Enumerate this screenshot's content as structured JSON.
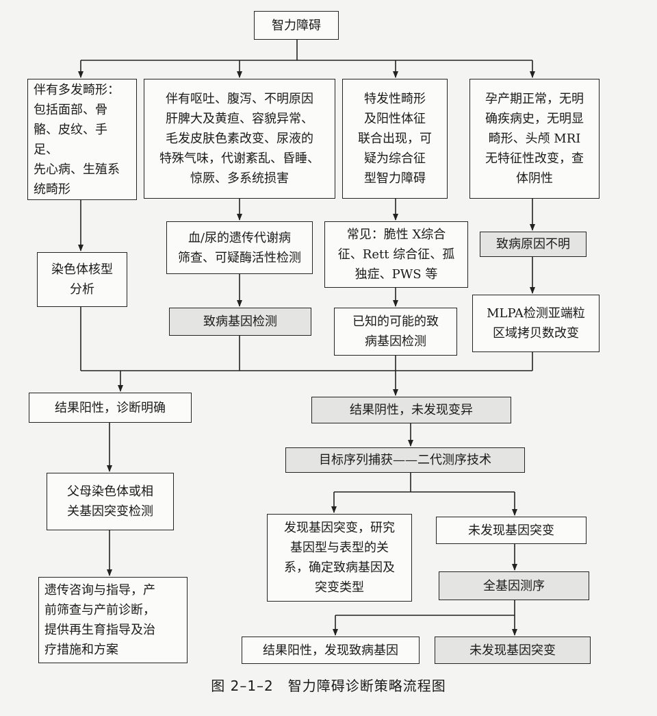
{
  "diagram": {
    "root": "智力障碍",
    "branch1_features": "伴有多发畸形：\n包括面部、骨\n骼、皮纹、手足、\n先心病、生殖系\n统畸形",
    "branch1_test": "染色体核型\n分析",
    "branch2_features": "伴有呕吐、腹泻、不明原因\n肝脾大及黄疸、容貌异常、\n毛发皮肤色素改变、尿液的\n特殊气味，代谢紊乱、昏睡、\n惊厥、多系统损害",
    "branch2_test1": "血/尿的遗传代谢病\n筛查、可疑酶活性检测",
    "branch2_test2": "致病基因检测",
    "branch3_features": "特发性畸形\n及阳性体征\n联合出现，可\n疑为综合征\n型智力障碍",
    "branch3_common": "常见：脆性 X综合\n征、Rett 综合征、孤\n独症、PWS 等",
    "branch3_test": "已知的可能的致\n病基因检测",
    "branch4_features": "孕产期正常，无明\n确疾病史，无明显\n畸形、头颅 MRI\n无特征性改变，查\n体阴性",
    "branch4_cause": "致病原因不明",
    "branch4_test": "MLPA检测亚端粒\n区域拷贝数改变",
    "positive_result": "结果阳性，诊断明确",
    "parent_test": "父母染色体或相\n关基因突变检测",
    "counseling": "遗传咨询与指导，产\n前筛查与产前诊断，\n提供再生育指导及治\n疗措施和方案",
    "negative_result": "结果阴性，未发现变异",
    "ngs": "目标序列捕获——二代测序技术",
    "mutation_found": "发现基因突变，研究\n基因型与表型的关\n系，确定致病基因及\n突变类型",
    "no_mutation_1": "未发现基因突变",
    "wgs": "全基因测序",
    "final_positive": "结果阳性，发现致病基因",
    "final_negative": "未发现基因突变"
  },
  "caption": "图 2–1–2　智力障碍诊断策略流程图"
}
